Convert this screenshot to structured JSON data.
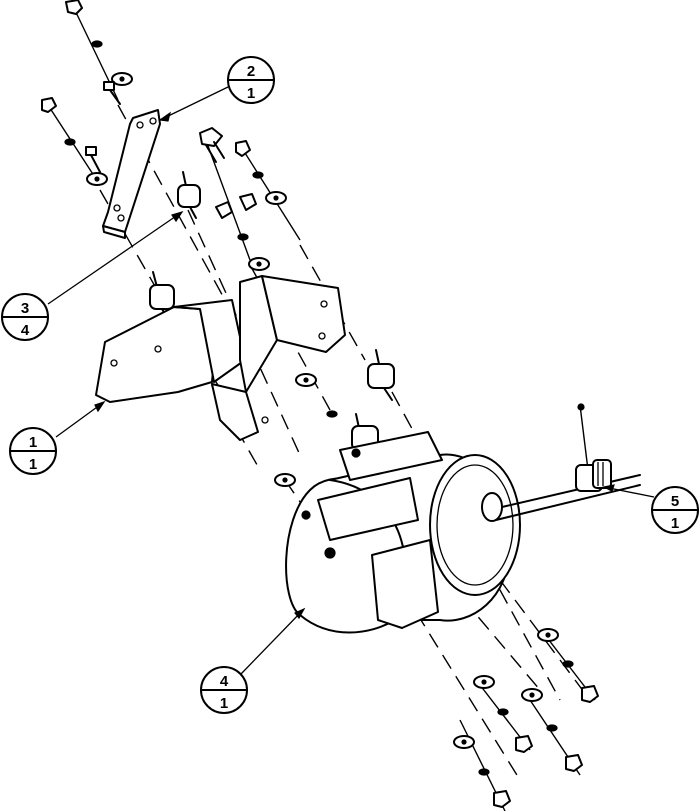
{
  "balloons": [
    {
      "item": "1",
      "qty": "1"
    },
    {
      "item": "2",
      "qty": "1"
    },
    {
      "item": "3",
      "qty": "4"
    },
    {
      "item": "4",
      "qty": "1"
    },
    {
      "item": "5",
      "qty": "1"
    }
  ]
}
